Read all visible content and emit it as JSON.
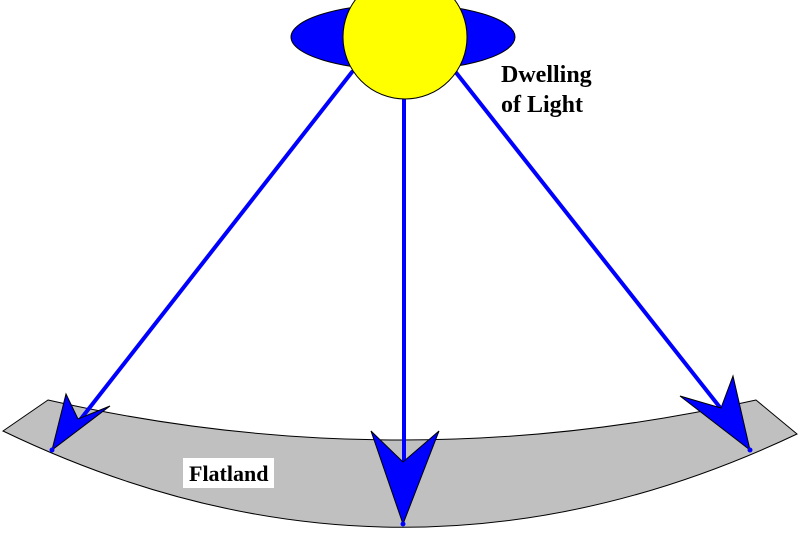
{
  "labels": {
    "dwelling_line1": "Dwelling",
    "dwelling_line2": "of Light",
    "flatland": "Flatland"
  },
  "colors": {
    "ray": "#0000FF",
    "outer_ellipse": "#0000FF",
    "inner_circle": "#FFFF00",
    "flatland_fill": "#C0C0C0",
    "outline": "#000000"
  }
}
